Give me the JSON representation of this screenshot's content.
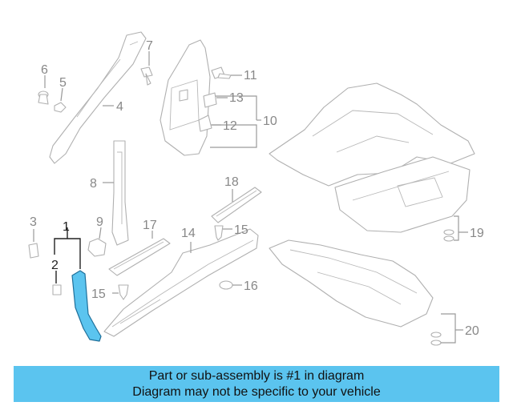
{
  "diagram": {
    "callouts": [
      {
        "id": "1",
        "text": "1"
      },
      {
        "id": "2",
        "text": "2"
      },
      {
        "id": "3",
        "text": "3"
      },
      {
        "id": "4",
        "text": "4"
      },
      {
        "id": "5",
        "text": "5"
      },
      {
        "id": "6",
        "text": "6"
      },
      {
        "id": "7",
        "text": "7"
      },
      {
        "id": "8",
        "text": "8"
      },
      {
        "id": "9",
        "text": "9"
      },
      {
        "id": "10",
        "text": "10"
      },
      {
        "id": "11",
        "text": "11"
      },
      {
        "id": "12",
        "text": "12"
      },
      {
        "id": "13",
        "text": "13"
      },
      {
        "id": "14",
        "text": "14"
      },
      {
        "id": "15a",
        "text": "15"
      },
      {
        "id": "15b",
        "text": "15"
      },
      {
        "id": "16",
        "text": "16"
      },
      {
        "id": "17",
        "text": "17"
      },
      {
        "id": "18",
        "text": "18"
      },
      {
        "id": "19",
        "text": "19"
      },
      {
        "id": "20",
        "text": "20"
      }
    ],
    "highlight_color": "#5bc4ef"
  },
  "banner": {
    "line1": "Part or sub-assembly is #1 in diagram",
    "line2": "Diagram may not be specific to your vehicle"
  }
}
